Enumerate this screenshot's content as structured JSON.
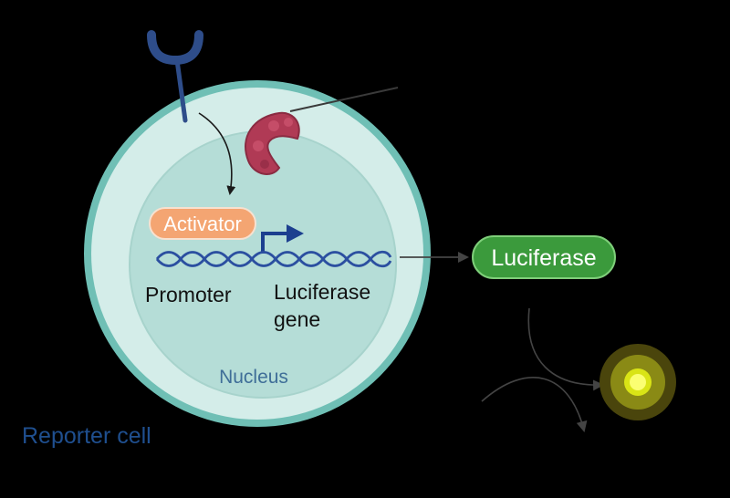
{
  "labels": {
    "activator": "Activator",
    "promoter": "Promoter",
    "luciferase_gene_line1": "Luciferase",
    "luciferase_gene_line2": "gene",
    "nucleus": "Nucleus",
    "reporter_cell": "Reporter cell",
    "luciferase_product": "Luciferase"
  },
  "colors": {
    "background": "#000000",
    "cell_membrane": "#6fbfb5",
    "cytoplasm": "#d4ede9",
    "nucleus": "#b5ddd7",
    "receptor": "#2e4d8a",
    "activator_fill": "#f4a572",
    "activator_stroke": "#f7e1d0",
    "dna": "#2b4fa0",
    "luciferase_fill": "#3b9a3c",
    "protein": "#b03a55",
    "glow": "#e8f21a",
    "reporter_text": "#1f4f8f",
    "nucleus_text": "#3f6e98"
  },
  "icons": {
    "receptor": "y-receptor-icon",
    "ligand": "protein-blob-icon",
    "light": "glowing-light-icon"
  }
}
